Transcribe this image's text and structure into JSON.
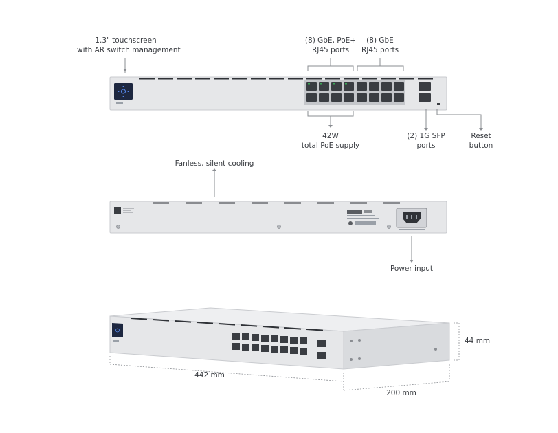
{
  "callouts": {
    "touchscreen": [
      "1.3\" touchscreen",
      "with AR switch management"
    ],
    "poe_ports": [
      "(8) GbE, PoE+",
      "RJ45 ports"
    ],
    "gbe_ports": [
      "(8) GbE",
      "RJ45 ports"
    ],
    "poe_supply": [
      "42W",
      "total PoE supply"
    ],
    "sfp_ports": [
      "(2) 1G SFP",
      "ports"
    ],
    "reset_button": [
      "Reset",
      "button"
    ],
    "cooling": [
      "Fanless, silent cooling"
    ],
    "power_input": [
      "Power input"
    ]
  },
  "dimensions": {
    "height": "44 mm",
    "width": "442 mm",
    "depth": "200 mm"
  },
  "colors": {
    "chassis": "#e6e7e9",
    "chassis_edge": "#c9cbcf",
    "vent": "#2f3237",
    "screen": "#27509b",
    "port": "#3a3d42",
    "poe_led": "#3aa655",
    "line": "#8a8d92"
  },
  "icons": [
    "touchscreen-icon",
    "power-socket-icon",
    "unifi-logo-icon"
  ]
}
